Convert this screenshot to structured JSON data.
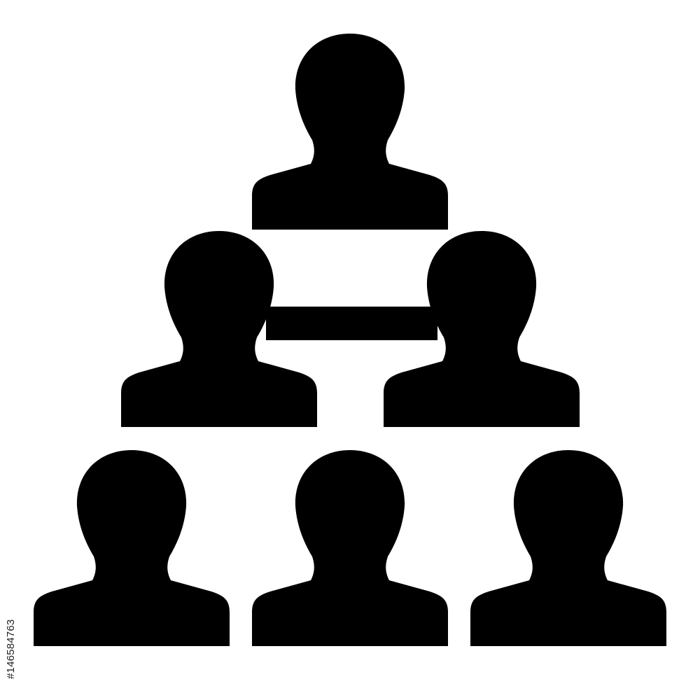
{
  "icon": {
    "name": "organization-hierarchy-icon",
    "figure_count": 6,
    "rows": [
      1,
      2,
      3
    ],
    "fill_color": "#000000",
    "background_color": "#ffffff"
  },
  "stock_id": "#146584763"
}
